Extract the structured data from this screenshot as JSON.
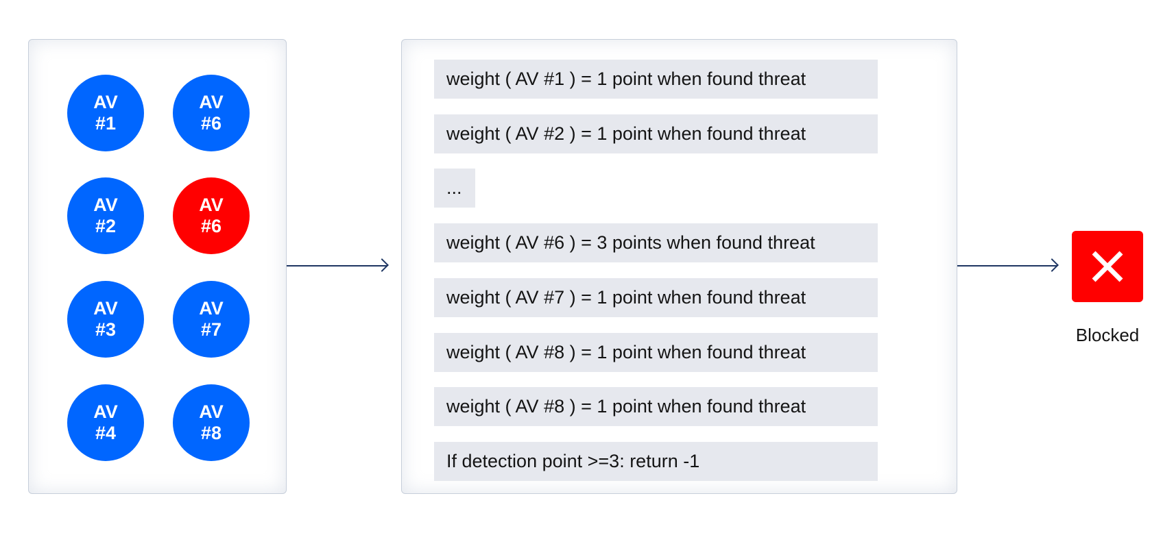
{
  "colors": {
    "av_default": "#0066ff",
    "av_flagged": "#ff0000",
    "blocked": "#ff0000",
    "row_bg": "#e6e8ee",
    "arrow": "#1d3461"
  },
  "av_engines": [
    {
      "line1": "AV",
      "line2": "#1",
      "flagged": false
    },
    {
      "line1": "AV",
      "line2": "#6",
      "flagged": false
    },
    {
      "line1": "AV",
      "line2": "#2",
      "flagged": false
    },
    {
      "line1": "AV",
      "line2": "#6",
      "flagged": true
    },
    {
      "line1": "AV",
      "line2": "#3",
      "flagged": false
    },
    {
      "line1": "AV",
      "line2": "#7",
      "flagged": false
    },
    {
      "line1": "AV",
      "line2": "#4",
      "flagged": false
    },
    {
      "line1": "AV",
      "line2": "#8",
      "flagged": false
    }
  ],
  "rules": [
    "weight ( AV #1 ) = 1 point when found threat",
    "weight ( AV #2 ) = 1 point when found threat",
    "...",
    "weight ( AV #6 ) = 3 points when found threat",
    "weight ( AV #7 ) = 1 point when found threat",
    "weight ( AV #8 ) = 1 point when found threat",
    "weight ( AV #8 ) = 1 point when found threat",
    "If detection point >=3: return -1"
  ],
  "result": {
    "icon": "close-icon",
    "label": "Blocked"
  }
}
